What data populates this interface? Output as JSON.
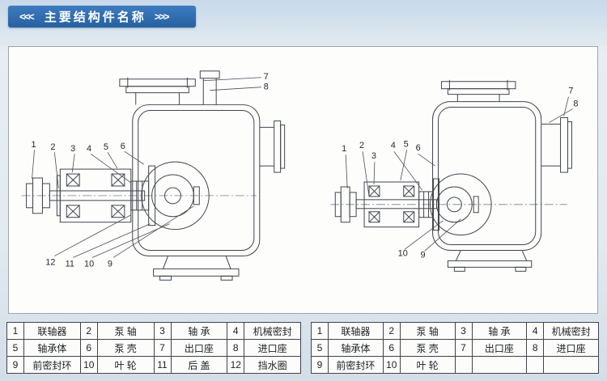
{
  "header": {
    "prefix": "<<<",
    "title": "主要结构件名称",
    "suffix": ">>>",
    "accent_color": "#2e6cb3"
  },
  "diagrams": {
    "left": {
      "top": [
        "1",
        "2",
        "3",
        "4",
        "5",
        "6"
      ],
      "right": [
        "7",
        "8"
      ],
      "bottom": [
        "12",
        "11",
        "10",
        "9"
      ]
    },
    "right": {
      "top": [
        "1",
        "2",
        "3",
        "4",
        "5",
        "6"
      ],
      "right": [
        "7",
        "8"
      ],
      "bottom": [
        "10",
        "9"
      ]
    }
  },
  "tables": {
    "left": {
      "rows": [
        [
          {
            "no": "1",
            "name": "联轴器"
          },
          {
            "no": "2",
            "name": "泵 轴"
          },
          {
            "no": "3",
            "name": "轴 承"
          },
          {
            "no": "4",
            "name": "机械密封"
          }
        ],
        [
          {
            "no": "5",
            "name": "轴承体"
          },
          {
            "no": "6",
            "name": "泵 壳"
          },
          {
            "no": "7",
            "name": "出口座"
          },
          {
            "no": "8",
            "name": "进口座"
          }
        ],
        [
          {
            "no": "9",
            "name": "前密封环"
          },
          {
            "no": "10",
            "name": "叶 轮"
          },
          {
            "no": "11",
            "name": "后 盖"
          },
          {
            "no": "12",
            "name": "挡水圈"
          }
        ]
      ]
    },
    "right": {
      "rows": [
        [
          {
            "no": "1",
            "name": "联轴器"
          },
          {
            "no": "2",
            "name": "泵 轴"
          },
          {
            "no": "3",
            "name": "轴 承"
          },
          {
            "no": "4",
            "name": "机械密封"
          }
        ],
        [
          {
            "no": "5",
            "name": "轴承体"
          },
          {
            "no": "6",
            "name": "泵 壳"
          },
          {
            "no": "7",
            "name": "出口座"
          },
          {
            "no": "8",
            "name": "进口座"
          }
        ],
        [
          {
            "no": "9",
            "name": "前密封环"
          },
          {
            "no": "10",
            "name": "叶 轮"
          },
          {
            "no": "",
            "name": ""
          },
          {
            "no": "",
            "name": ""
          }
        ]
      ]
    }
  }
}
